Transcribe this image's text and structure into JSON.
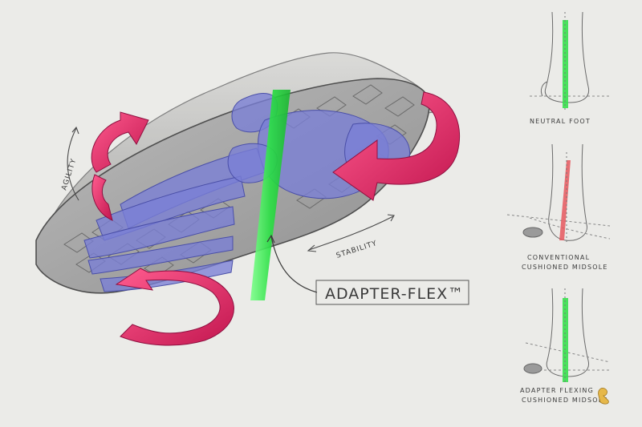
{
  "labels": {
    "agility": "AGILITY",
    "stability": "STABILITY",
    "callout": "ADAPTER-FLEX™"
  },
  "panels": [
    {
      "caption_line1": "NEUTRAL FOOT",
      "caption_line2": ""
    },
    {
      "caption_line1": "CONVENTIONAL",
      "caption_line2": "CUSHIONED MIDSOLE"
    },
    {
      "caption_line1": "ADAPTER FLEXING",
      "caption_line2": "CUSHIONED MIDSOLE"
    }
  ],
  "colors": {
    "background": "#ebebe8",
    "bones": "#7a7fd6",
    "flex_axis_green": "#2ee04a",
    "rotation_arrow": "#e8336f",
    "conventional_axis_red": "#e6585e",
    "sketch_line": "#5a5a5a"
  }
}
